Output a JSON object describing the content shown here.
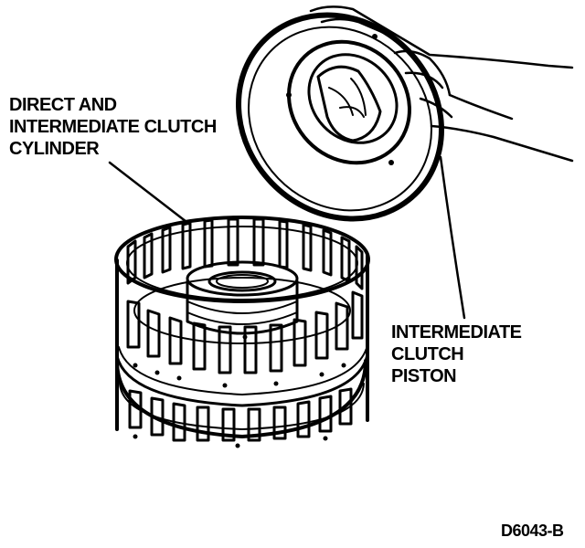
{
  "labels": {
    "cylinder": [
      "DIRECT AND",
      "INTERMEDIATE CLUTCH",
      "CYLINDER"
    ],
    "piston": [
      "INTERMEDIATE",
      "CLUTCH",
      "PISTON"
    ]
  },
  "figure_code": "D6043-B",
  "colors": {
    "ink": "#000000",
    "paper": "#ffffff"
  }
}
